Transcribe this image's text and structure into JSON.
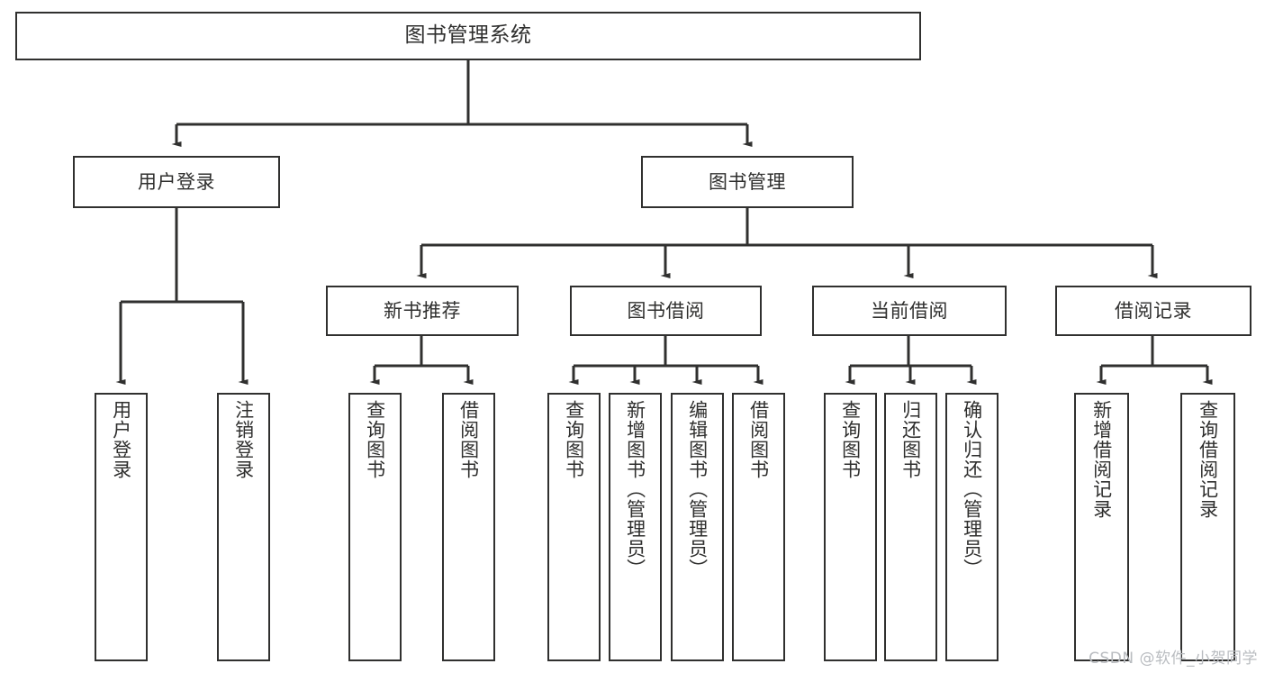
{
  "diagram": {
    "title": "图书管理系统",
    "type": "tree-hierarchy",
    "background_color": "#ffffff",
    "line_color": "#30302f",
    "text_color": "#2f2f2e"
  },
  "watermark": {
    "text": "CSDN @软件_小贺同学",
    "color": "#b9bcc0"
  },
  "nodes": {
    "root": {
      "label": "图书管理系统"
    },
    "level2": [
      {
        "label": "用户登录"
      },
      {
        "label": "图书管理"
      }
    ],
    "level3": [
      {
        "label": "新书推荐"
      },
      {
        "label": "图书借阅"
      },
      {
        "label": "当前借阅"
      },
      {
        "label": "借阅记录"
      }
    ],
    "leaves": {
      "user_login": [
        {
          "label": "用户登录"
        },
        {
          "label": "注销登录"
        }
      ],
      "new_book_recommend": [
        {
          "label": "查询图书"
        },
        {
          "label": "借阅图书"
        }
      ],
      "book_borrow": [
        {
          "label": "查询图书"
        },
        {
          "label": "新增图书（管理员）"
        },
        {
          "label": "编辑图书（管理员）"
        },
        {
          "label": "借阅图书"
        }
      ],
      "current_borrow": [
        {
          "label": "查询图书"
        },
        {
          "label": "归还图书"
        },
        {
          "label": "确认归还（管理员）"
        }
      ],
      "borrow_record": [
        {
          "label": "新增借阅记录"
        },
        {
          "label": "查询借阅记录"
        }
      ]
    }
  }
}
